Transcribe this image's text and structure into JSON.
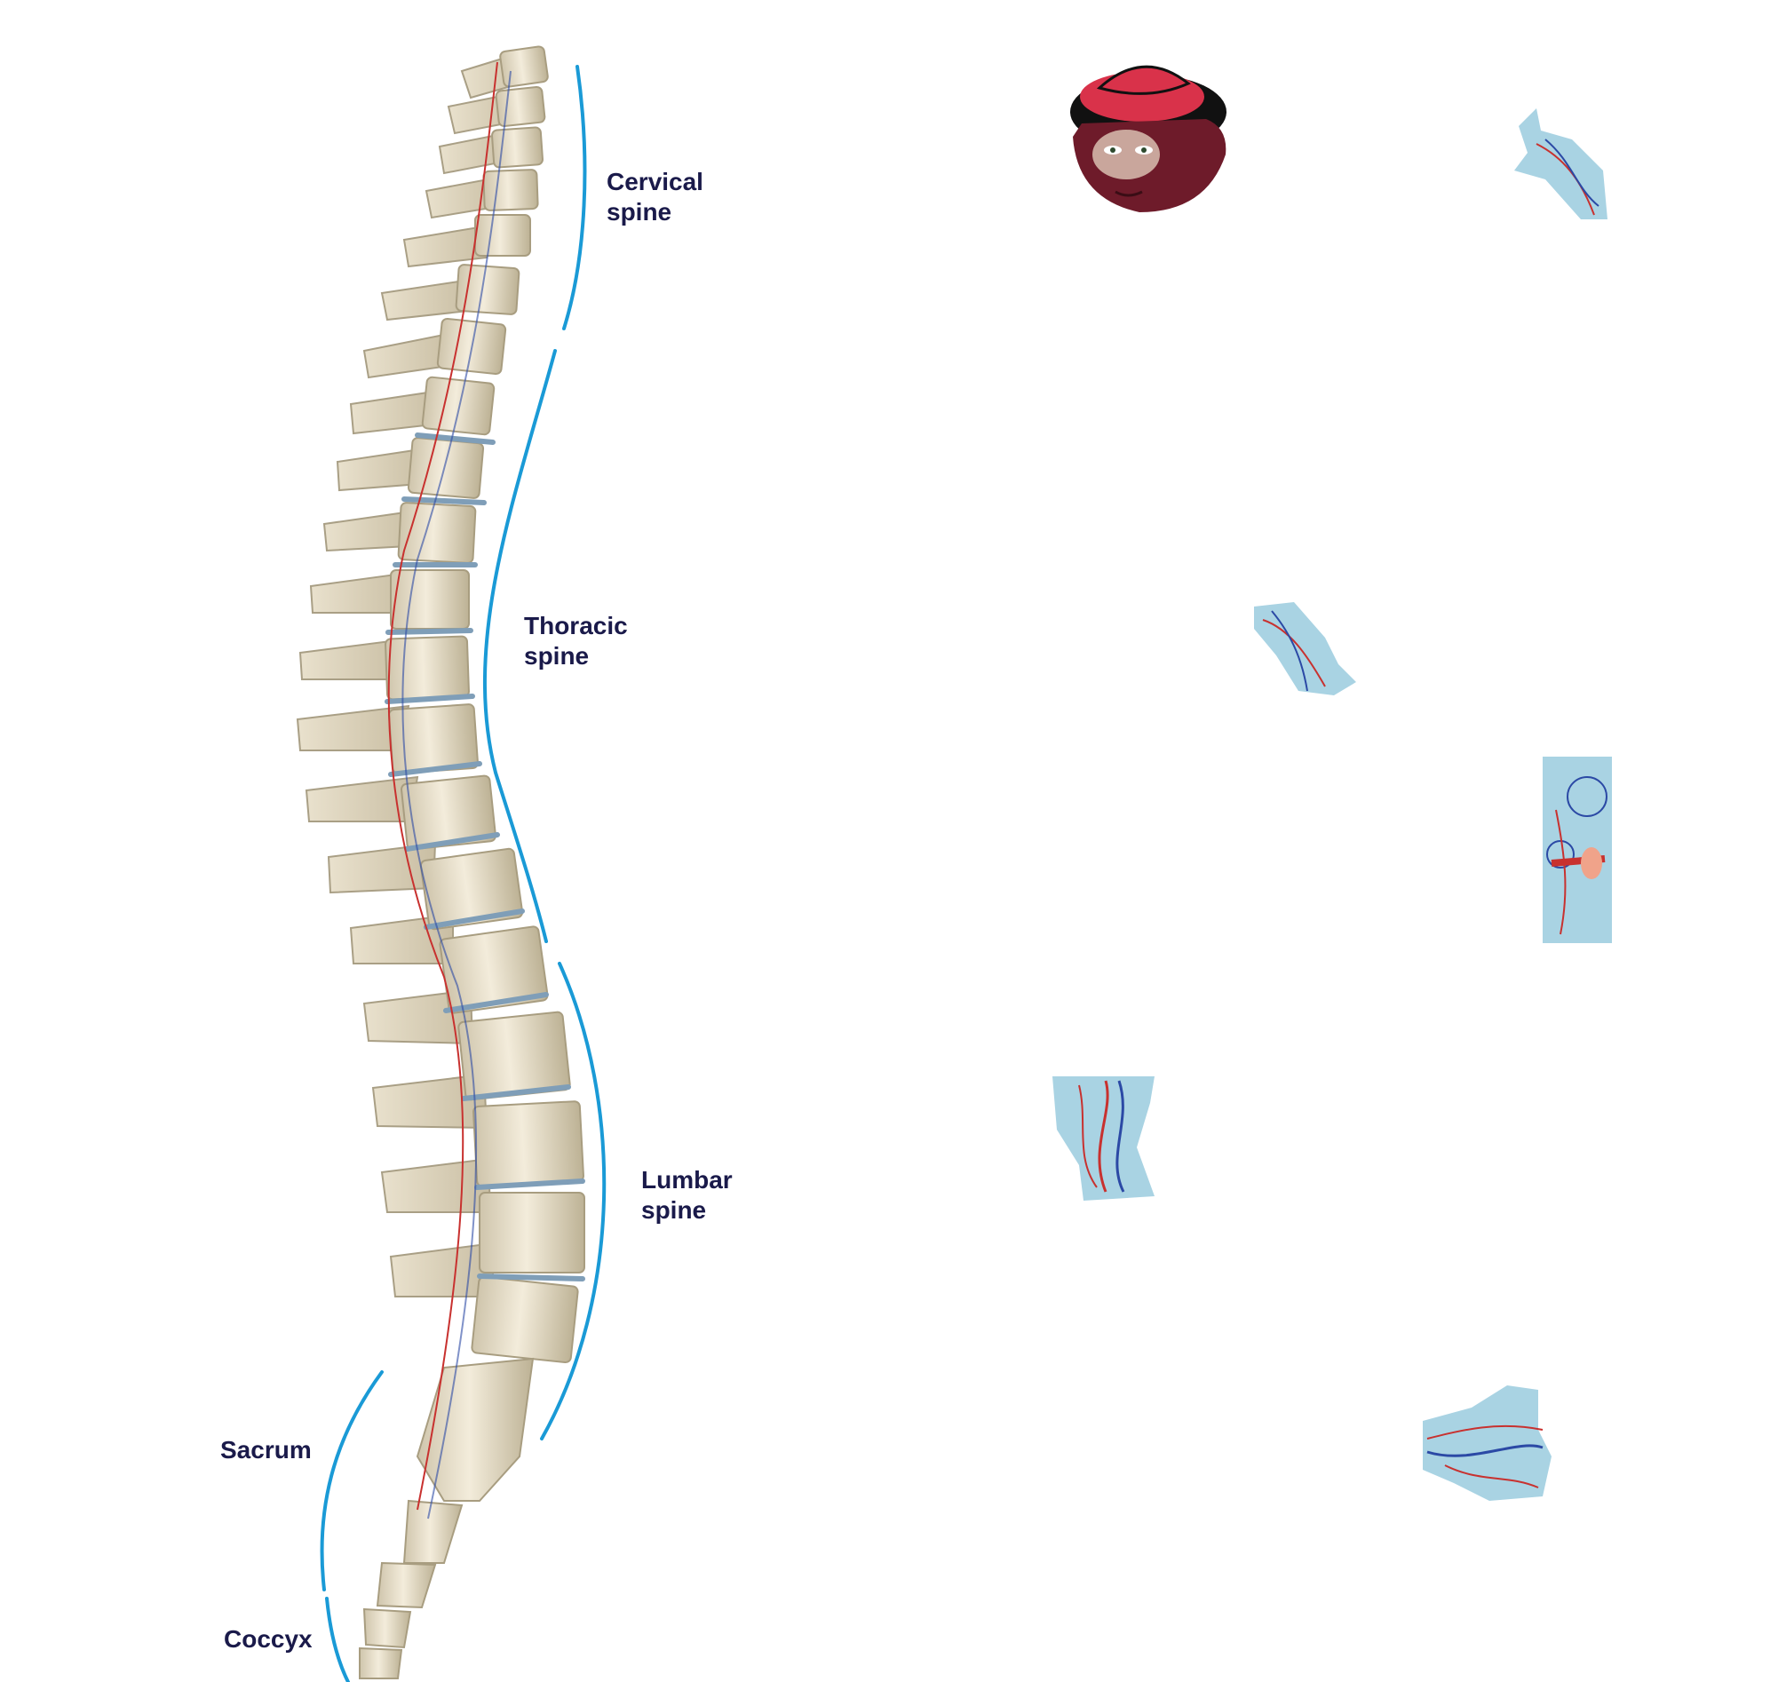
{
  "labels": {
    "cervical": {
      "line1": "Cervical",
      "line2": "spine"
    },
    "thoracic": {
      "line1": "Thoracic",
      "line2": "spine"
    },
    "lumbar": {
      "line1": "Lumbar",
      "line2": "spine"
    },
    "sacrum": "Sacrum",
    "coccyx": "Coccyx"
  },
  "colors": {
    "bracket": "#1a9ad6",
    "label_text": "#1a1a4a",
    "bone": "#efe6d2",
    "bone_shadow": "#b9ad92",
    "disc": "#7f9eb8",
    "vessel_red": "#c8312f",
    "vessel_blue": "#2b49a5",
    "tissue": "#a9d3e3",
    "hat_red": "#d9324a",
    "face": "#6e1b2a"
  },
  "icons": [
    "spine-illustration",
    "mascot-face-icon",
    "anatomical-fragment"
  ]
}
